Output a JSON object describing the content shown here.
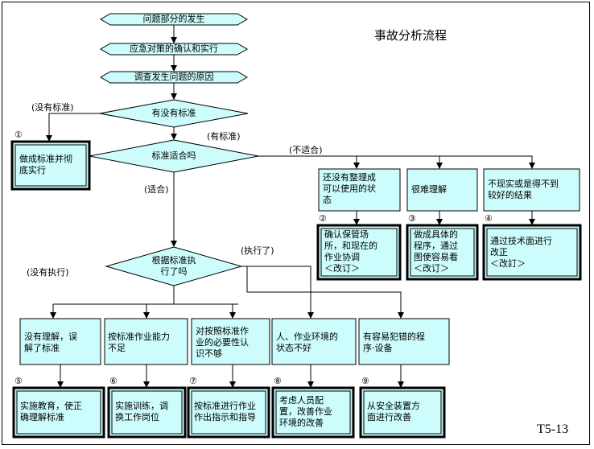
{
  "diagram_title": "事故分析流程",
  "page_code": "T5-13",
  "banners": {
    "b1": "问题部分的发生",
    "b2": "应急对策的确认和实行",
    "b3": "调查发生问题的原因"
  },
  "decisions": {
    "d1": "有没有标准",
    "d2": "标准适合吗",
    "d3": "根据标准执\n行了吗"
  },
  "edge_labels": {
    "no_standard": "(没有标准)",
    "has_standard": "(有标准)",
    "not_suitable": "(不适合)",
    "suitable": "(适合)",
    "executed": "(执行了)",
    "not_executed": "(没有执行)"
  },
  "causes": {
    "c2": "还没有整理成\n可以使用的状\n态",
    "c3": "很难理解",
    "c4": "不现实或是得不到\n较好的结果",
    "c5": "没有理解，误\n解了标准",
    "c6": "按标准作业能力\n不足",
    "c7": "对按照标准作\n业的必要性认\n识不够",
    "c8": "人、作业环境的\n状态不好",
    "c9": "有容易犯错的程\n序·设备"
  },
  "actions": {
    "a1": "做成标准并彻\n底实行",
    "a2": "确认保管场\n所，和现在的\n作业协调\n＜改订＞",
    "a3": "做成具体的\n程序，通过\n图使容易看\n＜改订＞",
    "a4": "通过技术面进行\n改正\n＜改訂＞",
    "a5": "实施教育，使正\n确理解标准",
    "a6": "实施训练，调\n换工作岗位",
    "a7": "按标准进行作业\n作出指示和指导",
    "a8": "考虑人员配\n置，改善作业\n环境的改善",
    "a9": "从安全装置方\n面进行改善"
  },
  "markers": {
    "m1": "①",
    "m2": "②",
    "m3": "③",
    "m4": "④",
    "m5": "⑤",
    "m6": "⑥",
    "m7": "⑦",
    "m8": "⑧",
    "m9": "⑨"
  },
  "colors": {
    "shape_fill": "#ccfcfc",
    "line": "#000000",
    "action_border": "#000000"
  }
}
